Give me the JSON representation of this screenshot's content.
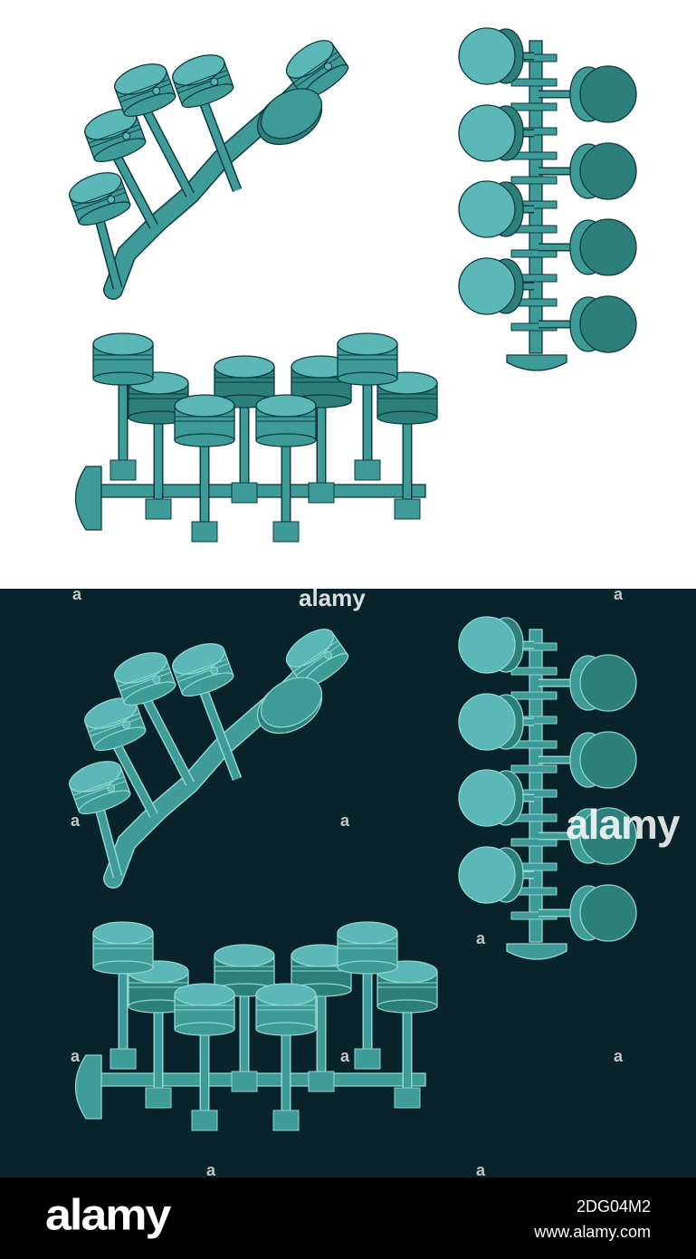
{
  "image": {
    "subject": "",
    "colors": {
      "light_bg": "#ffffff",
      "dark_bg": "#08232a",
      "piston_light": "#5bb8b7",
      "piston_mid": "#3e9b98",
      "piston_dark": "#2d7f7c",
      "outline_light": "#0b3a40",
      "outline_dark": "#8fd7d2",
      "footer_bg": "#000000"
    }
  },
  "footer": {
    "brand": "alamy",
    "image_code": "2DG04M2",
    "url": "www.alamy.com"
  },
  "watermarks": {
    "top": "alamy",
    "middle": "alamy",
    "mark": "a"
  }
}
